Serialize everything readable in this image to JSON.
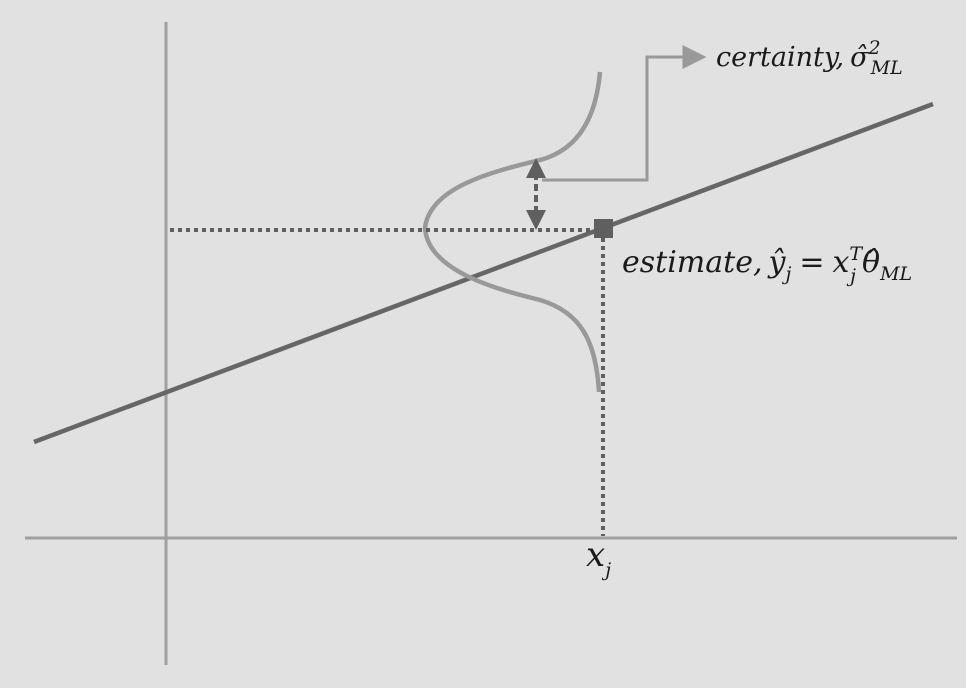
{
  "labels": {
    "certainty": {
      "word": "certainty,",
      "symbol": "σ̂",
      "superscript": "2",
      "subscript": "ML"
    },
    "estimate": {
      "word": "estimate,",
      "lhs": "ŷ",
      "lhs_subscript": "j",
      "equals": "=",
      "x": "x",
      "x_superscript": "T",
      "x_subscript": "j",
      "theta": "θ̂",
      "theta_subscript": "ML"
    },
    "x_axis_point": {
      "symbol": "x",
      "subscript": "j"
    }
  },
  "colors": {
    "background": "#e1e1e1",
    "regression_line": "#666666",
    "axes": "#a0a0a0",
    "gaussian_curve": "#999999",
    "dotted_guides": "#5f5f5f",
    "estimate_marker": "#5f5f5f",
    "certainty_arrow": "#999999",
    "text": "#1a1a1a"
  }
}
